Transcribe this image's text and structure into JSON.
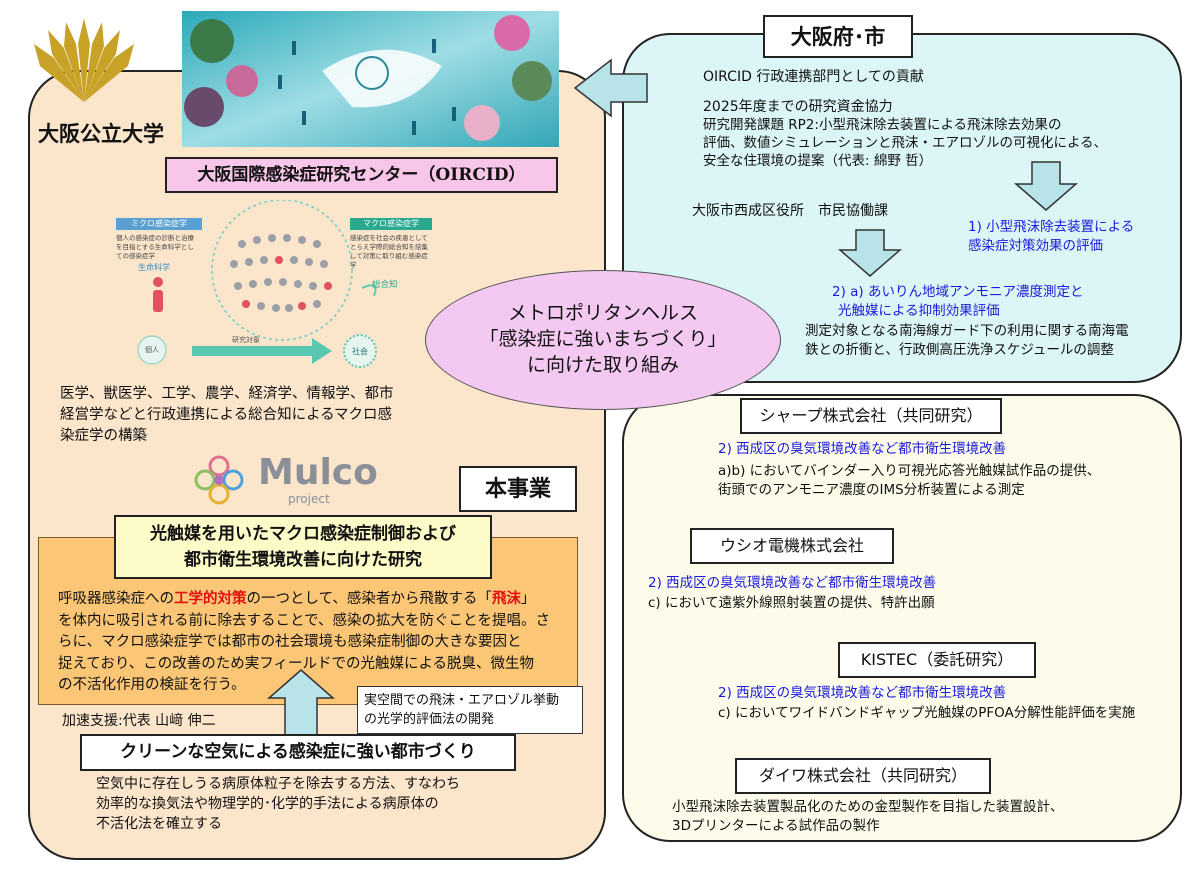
{
  "university": {
    "name": "大阪公立大学"
  },
  "oircid": {
    "title": "大阪国際感染症研究センター（OIRCID）"
  },
  "illustration": {
    "micro_label": "ミクロ感染症学",
    "micro_desc": "個人の感染症の診断と治療を目指とする生命科学としての感染症学",
    "life_science": "生命科学",
    "macro_label": "マクロ感染症学",
    "macro_desc": "感染症を社会の疾患としてとらえ学際的総合知を結集して対策に取り組む感染症学",
    "synthesis": "総合知",
    "individual": "個人",
    "research_target": "研究対象",
    "society": "社会"
  },
  "left_description": [
    "医学、獣医学、工学、農学、経済学、情報学、都市",
    "経営学などと行政連携による総合知によるマクロ感",
    "染症学の構築"
  ],
  "mulco": {
    "name": "Mulco",
    "sub": "project"
  },
  "this_project": "本事業",
  "photocatalyst": {
    "title_line1": "光触媒を用いたマクロ感染症制御および",
    "title_line2": "都市衛生環境改善に向けた研究",
    "line1_pre": "呼吸器感染症への",
    "line1_red1": "工学的対策",
    "line1_mid": "の一つとして、感染者から飛散する「",
    "line1_red2": "飛沫",
    "line1_post": "」",
    "line2": "を体内に吸引される前に除去することで、感染の拡大を防ぐことを提唱。さ",
    "line3": "らに、マクロ感染症学では都市の社会環境も感染症制御の大きな要因と",
    "line4": "捉えており、この改善のため実フィールドでの光触媒による脱臭、微生物",
    "line5": "の不活化作用の検証を行う。"
  },
  "support": "加速支援:代表 山﨑 伸二",
  "realspace": {
    "line1": "実空間での飛沫・エアロゾル挙動",
    "line2": "の光学的評価法の開発"
  },
  "clean_city": {
    "title": "クリーンな空気による感染症に強い都市づくり",
    "lines": [
      "空気中に存在しうる病原体粒子を除去する方法、すなわち",
      "効率的な換気法や物理学的･化学的手法による病原体の",
      "不活化法を確立する"
    ]
  },
  "center": {
    "line1": "メトロポリタンヘルス",
    "line2": "「感染症に強いまちづくり」",
    "line3": "に向けた取り組み"
  },
  "government": {
    "title": "大阪府･市",
    "contribution": "OIRCID 行政連携部門としての貢献",
    "funding": "2025年度までの研究資金協力",
    "project_lines": [
      "研究開発課題 RP2:小型飛沫除去装置による飛沫除去効果の",
      "評価、数値シミュレーションと飛沫・エアロゾルの可視化による、",
      "安全な住環境の提案（代表: 綿野 哲）"
    ],
    "ward": "大阪市西成区役所　市民協働課",
    "item1_line1": "1) 小型飛沫除去装置による",
    "item1_line2": "感染症対策効果の評価",
    "item2_line1": "2) a) あいりん地域アンモニア濃度測定と",
    "item2_line2": "光触媒による抑制効果評価",
    "item2_detail1": "測定対象となる南海線ガード下の利用に関する南海電",
    "item2_detail2": "鉄との折衝と、行政側高圧洗浄スケジュールの調整"
  },
  "partners": {
    "sharp": {
      "name": "シャープ株式会社（共同研究）",
      "goal": "2) 西成区の臭気環境改善など都市衛生環境改善",
      "line1": "a)b) においてバインダー入り可視光応答光触媒試作品の提供、",
      "line2": "街頭でのアンモニア濃度のIMS分析装置による測定"
    },
    "ushio": {
      "name": "ウシオ電機株式会社",
      "goal": "2) 西成区の臭気環境改善など都市衛生環境改善",
      "line1": "c) において遠紫外線照射装置の提供、特許出願"
    },
    "kistec": {
      "name": "KISTEC（委託研究）",
      "goal": "2) 西成区の臭気環境改善など都市衛生環境改善",
      "line1": "c) においてワイドバンドギャップ光触媒のPFOA分解性能評価を実施"
    },
    "daiwa": {
      "name": "ダイワ株式会社（共同研究）",
      "line1": "小型飛沫除去装置製品化のための金型製作を目指した装置設計、",
      "line2": "3Dプリンターによる試作品の製作"
    }
  },
  "colors": {
    "left_panel": "#fbe6cc",
    "gov_panel": "#dcf6f8",
    "partner_panel": "#fdfcea",
    "oircid_title": "#f7c6e9",
    "orange_box": "#fbc676",
    "center_ellipse": "#f3c9f1",
    "arrow_fill": "#b8e3e8",
    "emphasis_red": "#e01010",
    "link_blue": "#1a1adc"
  }
}
